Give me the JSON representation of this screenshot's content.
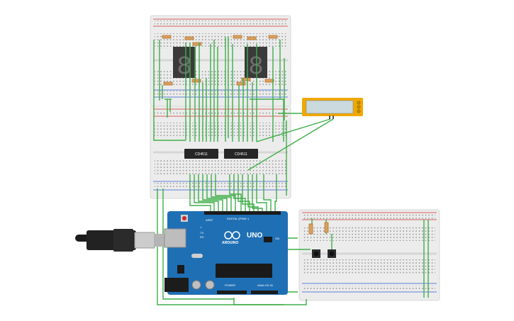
{
  "ic_left_label": "CD4511",
  "ic_right_label": "CD4511",
  "arduino": {
    "brand": "ARDUINO",
    "model": "UNO",
    "digital_label": "DIGITAL (PWM~)",
    "power_label": "POWER",
    "analog_label": "ANALOG IN",
    "aref": "AREF",
    "gnd": "GND",
    "tx": "TX",
    "rx": "RX",
    "l": "L",
    "on": "ON",
    "reset": "RESET"
  },
  "display_left_digit": "8",
  "display_right_digit": "8",
  "colors": {
    "breadboard": "#eeeeee",
    "rail_red": "#d0312d",
    "rail_blue": "#2d5bd0",
    "wire": "#3fae49",
    "arduino": "#1f6fb5",
    "lcd_frame": "#f0a800",
    "lcd_screen": "#c9d9dd"
  }
}
